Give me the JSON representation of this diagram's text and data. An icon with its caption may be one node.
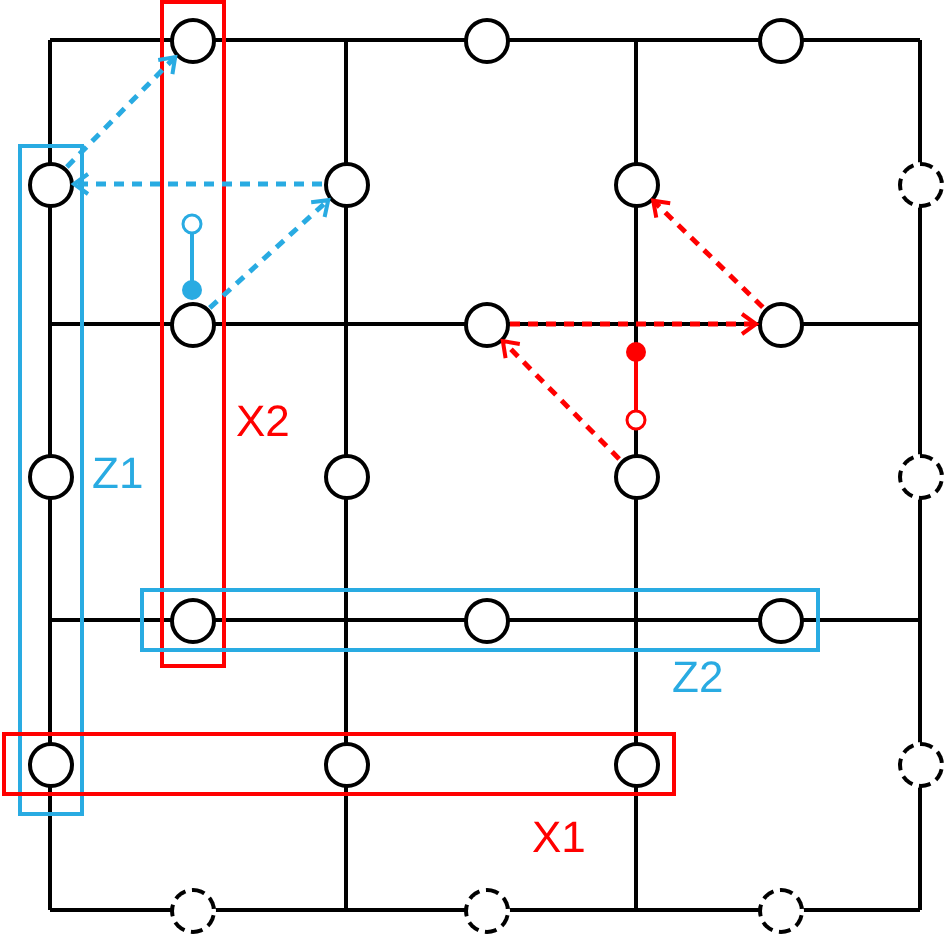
{
  "diagram": {
    "nodes": [
      {
        "text": [],
        "shape": "box",
        "beside": [
          "X2"
        ]
      },
      {
        "text": [],
        "shape": "box",
        "beside": [
          "Z1"
        ]
      },
      {
        "text": [],
        "shape": "box",
        "beside": [
          "Z2"
        ]
      },
      {
        "text": [],
        "shape": "box",
        "beside": [
          "X1"
        ]
      },
      {
        "text": [],
        "shape": "circle",
        "in": 0
      },
      {
        "text": [],
        "shape": "circle"
      },
      {
        "text": [],
        "shape": "circle"
      },
      {
        "text": [],
        "shape": "circle",
        "in": 1
      },
      {
        "text": [],
        "shape": "circle"
      },
      {
        "text": [],
        "shape": "circle"
      },
      {
        "text": [],
        "shape": "circle"
      },
      {
        "text": [],
        "shape": "circle",
        "in": 0
      },
      {
        "text": [],
        "shape": "circle"
      },
      {
        "text": [],
        "shape": "circle"
      },
      {
        "text": [],
        "shape": "circle",
        "in": 1
      },
      {
        "text": [],
        "shape": "circle"
      },
      {
        "text": [],
        "shape": "circle"
      },
      {
        "text": [],
        "shape": "circle"
      },
      {
        "text": [],
        "shape": "circle"
      },
      {
        "text": [],
        "shape": "circle",
        "in": 2
      },
      {
        "text": [],
        "shape": "circle",
        "in": 2
      },
      {
        "text": [],
        "shape": "circle"
      },
      {
        "text": [],
        "shape": "circle",
        "in": 3
      },
      {
        "text": [],
        "shape": "circle",
        "in": 3
      },
      {
        "text": [],
        "shape": "circle"
      },
      {
        "text": [],
        "shape": "circle"
      },
      {
        "text": [],
        "shape": "circle"
      },
      {
        "text": [],
        "shape": "circle"
      }
    ],
    "edges": [
      {
        "from": 11,
        "to": 8,
        "arrow": "to",
        "style": "dashed",
        "color": "#29abe2"
      },
      {
        "from": 8,
        "to": 7,
        "arrow": "to",
        "style": "dashed",
        "color": "#29abe2"
      },
      {
        "from": 7,
        "to": 4,
        "arrow": "to",
        "style": "dashed",
        "color": "#29abe2"
      },
      {
        "from": 16,
        "to": 12,
        "arrow": "to",
        "style": "dashed",
        "color": "#ff0000"
      },
      {
        "from": 12,
        "to": 13,
        "arrow": "to",
        "style": "dashed",
        "color": "#ff0000"
      },
      {
        "from": 13,
        "to": 9,
        "arrow": "to",
        "style": "dashed",
        "color": "#ff0000"
      }
    ]
  }
}
